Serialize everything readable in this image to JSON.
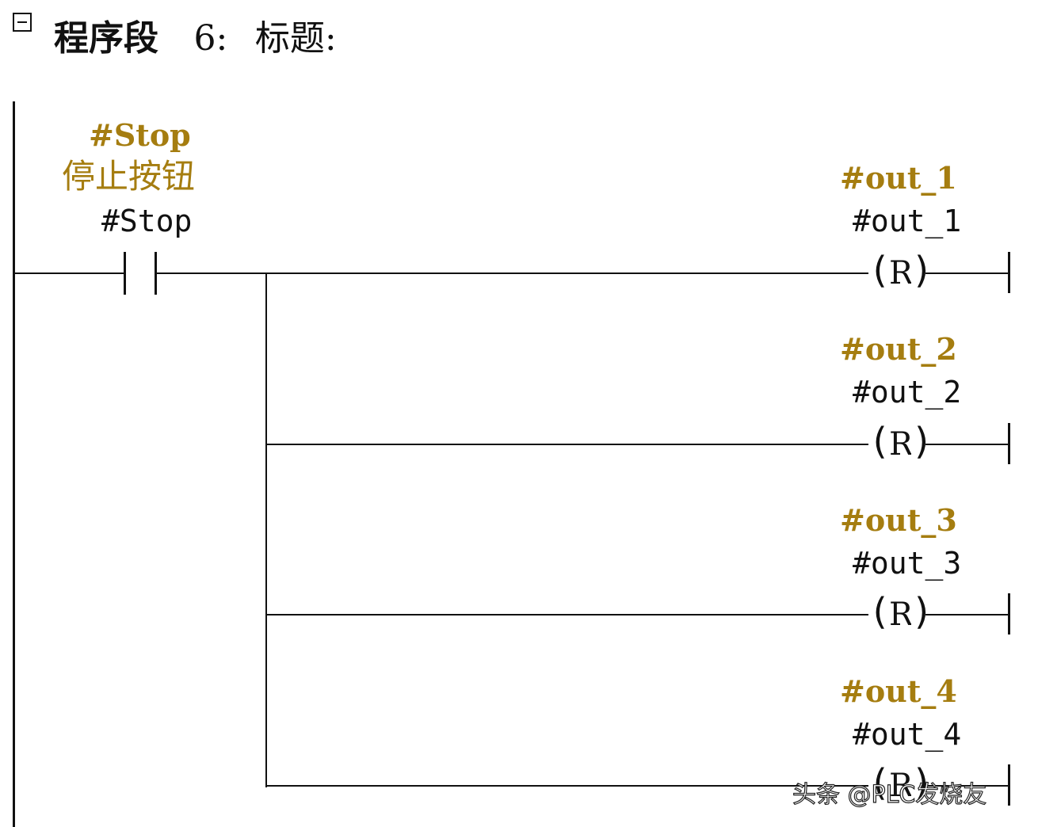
{
  "network": {
    "title_prefix": "程序段",
    "number": "6",
    "colon": ":",
    "title": "标题:"
  },
  "contact": {
    "symbol": "#Stop",
    "comment": "停止按钮",
    "operand": "#Stop"
  },
  "coils": [
    {
      "symbol": "#out_1",
      "operand": "#out_1",
      "type": "R"
    },
    {
      "symbol": "#out_2",
      "operand": "#out_2",
      "type": "R"
    },
    {
      "symbol": "#out_3",
      "operand": "#out_3",
      "type": "R"
    },
    {
      "symbol": "#out_4",
      "operand": "#out_4",
      "type": "R"
    }
  ],
  "watermark": "头条 @PLC发烧友"
}
